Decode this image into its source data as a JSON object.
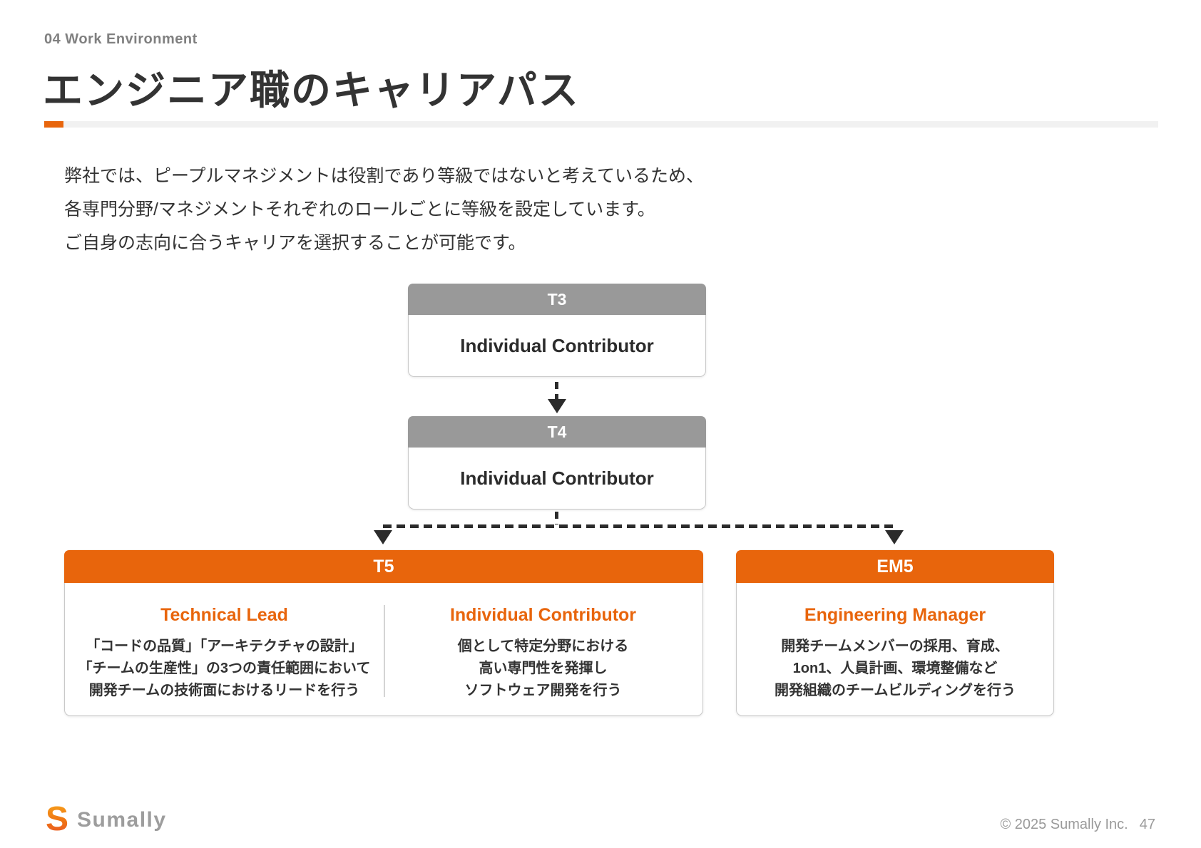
{
  "slide": {
    "eyebrow": "04 Work Environment",
    "title": "エンジニア職のキャリアパス",
    "intro_lines": [
      "弊社では、ピープルマネジメントは役割であり等級ではないと考えているため、",
      "各専門分野/マネジメントそれぞれのロールごとに等級を設定しています。",
      "ご自身の志向に合うキャリアを選択することが可能です。"
    ],
    "footer": {
      "logo_initial": "S",
      "logo_text": "Sumally",
      "copyright": "© 2025 Sumally Inc.",
      "page_number": "47"
    }
  },
  "colors": {
    "accent_orange": "#E8650C",
    "grade_gray": "#999999",
    "arrow_dark": "#2B2B2B",
    "divider_gray": "#F1F1F1",
    "logo_gradient_top": "#F8A81C",
    "logo_gradient_bottom": "#E8512A"
  },
  "diagram": {
    "t3": {
      "grade": "T3",
      "role": "Individual Contributor"
    },
    "t4": {
      "grade": "T4",
      "role": "Individual Contributor"
    },
    "t5": {
      "grade": "T5",
      "roles": [
        {
          "title": "Technical Lead",
          "lines": [
            "「コードの品質」「アーキテクチャの設計」",
            "「チームの生産性」の3つの責任範囲において",
            "開発チームの技術面におけるリードを行う"
          ]
        },
        {
          "title": "Individual Contributor",
          "lines": [
            "個として特定分野における",
            "高い専門性を発揮し",
            "ソフトウェア開発を行う"
          ]
        }
      ]
    },
    "em5": {
      "grade": "EM5",
      "roles": [
        {
          "title": "Engineering Manager",
          "lines": [
            "開発チームメンバーの採用、育成、",
            "1on1、人員計画、環境整備など",
            "開発組織のチームビルディングを行う"
          ]
        }
      ]
    }
  }
}
